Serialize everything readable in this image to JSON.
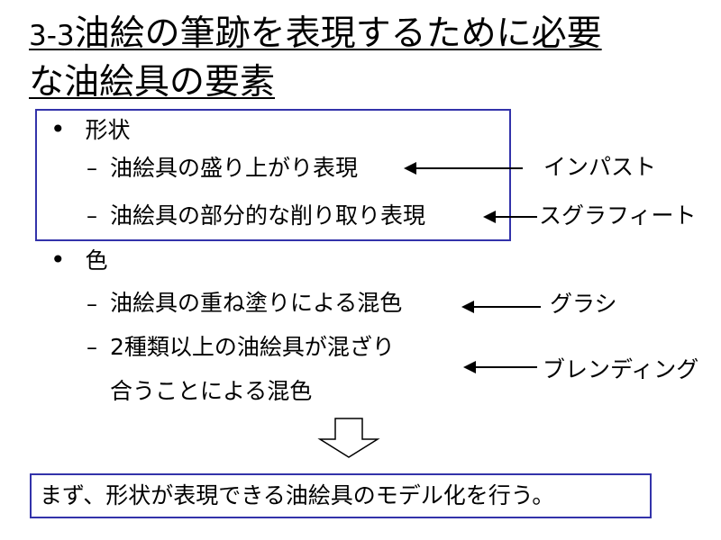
{
  "title": {
    "prefix": "3-3",
    "line1": "油絵の筆跡を表現するために必要",
    "line2": "な油絵具の要素"
  },
  "bullets": {
    "shape": {
      "marker": "•",
      "label": "形状",
      "items": [
        {
          "dash": "–",
          "text": "油絵具の盛り上がり表現",
          "term": "インパスト"
        },
        {
          "dash": "–",
          "text": "油絵具の部分的な削り取り表現",
          "term": "スグラフィート"
        }
      ]
    },
    "color": {
      "marker": "•",
      "label": "色",
      "items": [
        {
          "dash": "–",
          "text": "油絵具の重ね塗りによる混色",
          "term": "グラシ"
        },
        {
          "dash": "–",
          "text_line1": "2種類以上の油絵具が混ざり",
          "text_line2": "合うことによる混色",
          "term": "ブレンディング"
        }
      ]
    }
  },
  "conclusion": "まず、形状が表現できる油絵具のモデル化を行う。",
  "colors": {
    "box_border": "#3333aa",
    "text": "#000000"
  },
  "icons": [
    "left-arrow-icon",
    "down-arrow-icon"
  ]
}
